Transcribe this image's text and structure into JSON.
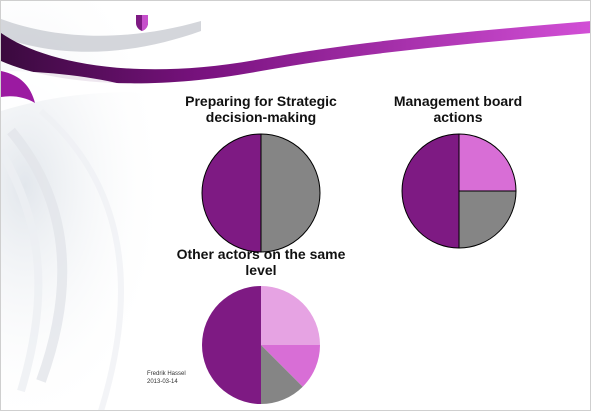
{
  "colors": {
    "purple": "#7e1a83",
    "gray": "#858585",
    "magenta": "#d86ed6",
    "light_pink": "#e6a3e3",
    "brand_swoosh": "#b01ab8"
  },
  "logo": {
    "icon": "shield-logo-icon"
  },
  "footer": {
    "author": "Fredrik Hassel",
    "date": "2013-03-14"
  },
  "chart_data": [
    {
      "type": "pie",
      "title": "Preparing for Strategic decision-making",
      "slices": [
        {
          "value": 50,
          "color": "#858585"
        },
        {
          "value": 50,
          "color": "#7e1a83"
        }
      ]
    },
    {
      "type": "pie",
      "title": "Management board actions",
      "slices": [
        {
          "value": 25,
          "color": "#d86ed6"
        },
        {
          "value": 25,
          "color": "#858585"
        },
        {
          "value": 50,
          "color": "#7e1a83"
        }
      ]
    },
    {
      "type": "pie",
      "title": "Other actors on the same level",
      "slices": [
        {
          "value": 25,
          "color": "#e6a3e3"
        },
        {
          "value": 12.5,
          "color": "#d86ed6"
        },
        {
          "value": 12.5,
          "color": "#858585"
        },
        {
          "value": 50,
          "color": "#7e1a83"
        }
      ]
    }
  ]
}
